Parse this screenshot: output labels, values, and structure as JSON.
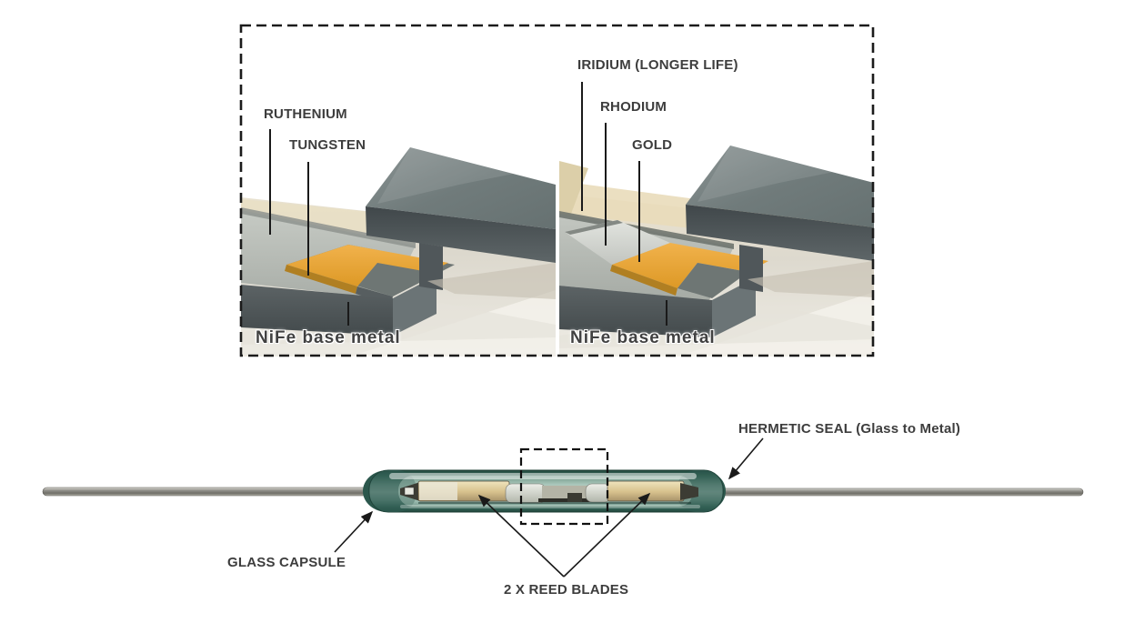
{
  "panel_left": {
    "label_1": "RUTHENIUM",
    "label_2": "TUNGSTEN",
    "base": "NiFe base metal"
  },
  "panel_right": {
    "label_1": "IRIDIUM (LONGER LIFE)",
    "label_2": "RHODIUM",
    "label_3": "GOLD",
    "base": "NiFe base metal"
  },
  "reed": {
    "seal": "HERMETIC SEAL (Glass to Metal)",
    "capsule": "GLASS CAPSULE",
    "blades": "2 X REED BLADES"
  },
  "colors": {
    "gold_pad": "#e8a73e",
    "upper_blade_gray": "#6e7878",
    "nife_base_dark": "#53595b",
    "ruthenium_surface": "#b9bdb7",
    "rhodium_silver": "#d4d6d1",
    "glass_teal_mid": "#9dbdb1",
    "glass_teal_dark": "#2b574c",
    "blade_tan": "#d6c08c",
    "label_text": "#3d3d3d",
    "line_black": "#1a1a1a"
  }
}
